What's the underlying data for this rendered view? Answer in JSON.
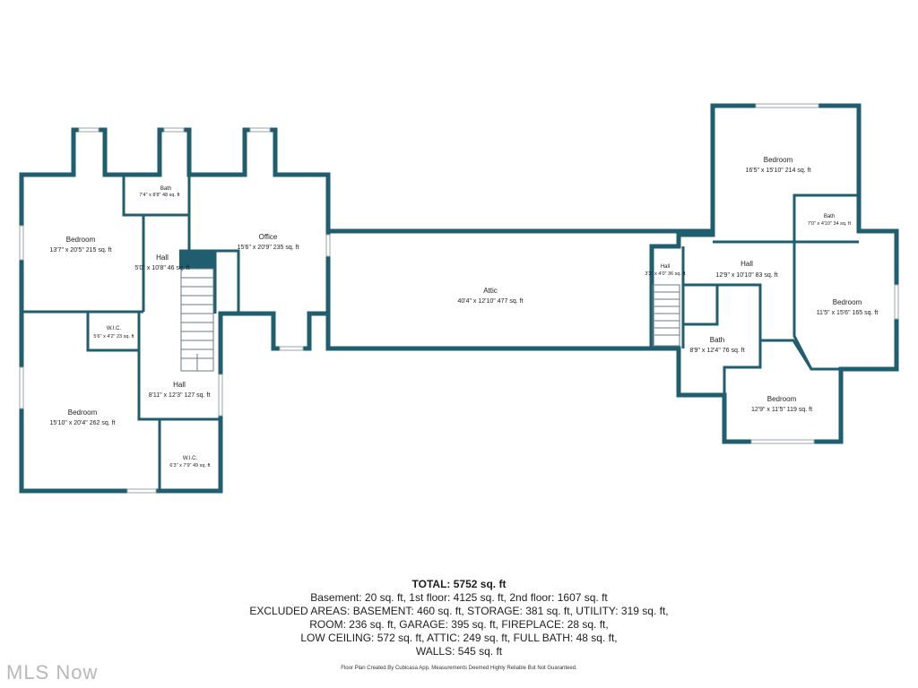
{
  "rooms": {
    "bedroom_nw": {
      "name": "Bedroom",
      "dims": "13'7\" x 20'5\" 215 sq. ft"
    },
    "bath_top": {
      "name": "Bath",
      "dims": "7'4\" x 8'8\" 48 sq. ft"
    },
    "office": {
      "name": "Office",
      "dims": "15'6\" x 20'9\" 235 sq. ft"
    },
    "hall_upper": {
      "name": "Hall",
      "dims": "5'0\" x 10'8\" 46 sq. ft"
    },
    "wic_small": {
      "name": "W.I.C.",
      "dims": "5'6\" x 4'2\" 23 sq. ft"
    },
    "bedroom_sw": {
      "name": "Bedroom",
      "dims": "15'10\" x 20'4\" 262 sq. ft"
    },
    "hall_lower": {
      "name": "Hall",
      "dims": "8'11\" x 12'3\" 127 sq. ft"
    },
    "wic_lower": {
      "name": "W.I.C.",
      "dims": "6'3\" x 7'9\" 49 sq. ft"
    },
    "attic": {
      "name": "Attic",
      "dims": "40'4\" x 12'10\" 477 sq. ft"
    },
    "bedroom_ne": {
      "name": "Bedroom",
      "dims": "16'5\" x 15'10\" 214 sq. ft"
    },
    "bath_ne": {
      "name": "Bath",
      "dims": "7'0\" x 4'10\" 34 sq. ft"
    },
    "hall_small_e": {
      "name": "Hall",
      "dims": "3'2\" x 4'0\" 36 sq. ft"
    },
    "hall_e": {
      "name": "Hall",
      "dims": "12'9\" x 10'10\" 83 sq. ft"
    },
    "bedroom_e": {
      "name": "Bedroom",
      "dims": "11'5\" x 15'6\" 165 sq. ft"
    },
    "bath_e": {
      "name": "Bath",
      "dims": "8'9\" x 12'4\" 76 sq. ft"
    },
    "bedroom_se": {
      "name": "Bedroom",
      "dims": "12'9\" x 11'5\" 119 sq. ft"
    }
  },
  "summary": {
    "total": "TOTAL: 5752 sq. ft",
    "line1": "Basement: 20 sq. ft, 1st floor: 4125 sq. ft, 2nd floor: 1607 sq. ft",
    "line2": "EXCLUDED AREAS: BASEMENT: 460 sq. ft, STORAGE: 381 sq. ft, UTILITY: 319 sq. ft,",
    "line3": "ROOM: 236 sq. ft, GARAGE: 395 sq. ft, FIREPLACE: 28 sq. ft,",
    "line4": "LOW CEILING: 572 sq. ft, ATTIC: 249 sq. ft, FULL BATH: 48 sq. ft,",
    "line5": "WALLS: 545 sq. ft"
  },
  "credit": "Floor Plan Created By Cubicasa App. Measurements Deemed Highly Reliable But Not Guaranteed.",
  "logo": "MLS Now",
  "colors": {
    "wall": "#1f5e6e",
    "background": "#ffffff"
  }
}
